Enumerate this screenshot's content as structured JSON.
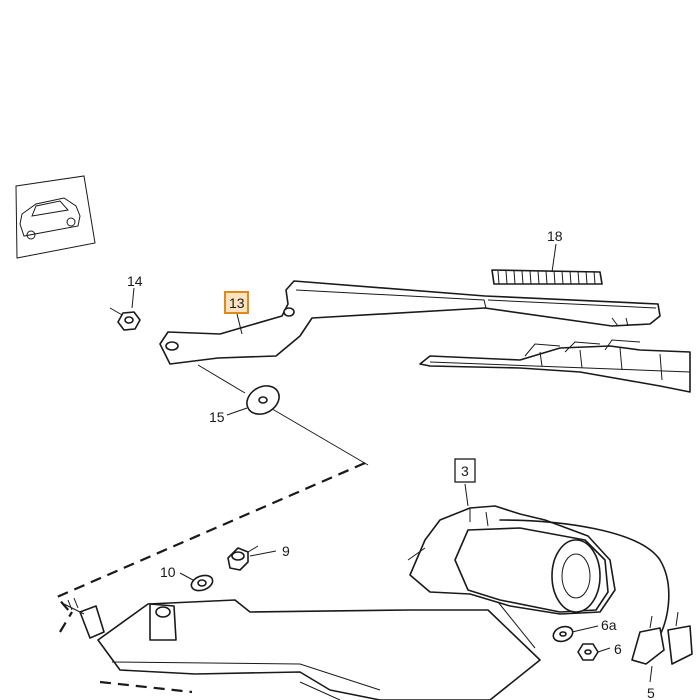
{
  "callouts": {
    "c14": "14",
    "c13": "13",
    "c18": "18",
    "c15": "15",
    "c3": "3",
    "c9": "9",
    "c10": "10",
    "c6a": "6a",
    "c6": "6",
    "c5": "5"
  },
  "highlight_color": "#e08a1e",
  "icons": {
    "car": "car-location-thumbnail",
    "wiper_arm": "wiper-arm",
    "wiper_blade": "wiper-blade",
    "motor": "wiper-motor"
  }
}
